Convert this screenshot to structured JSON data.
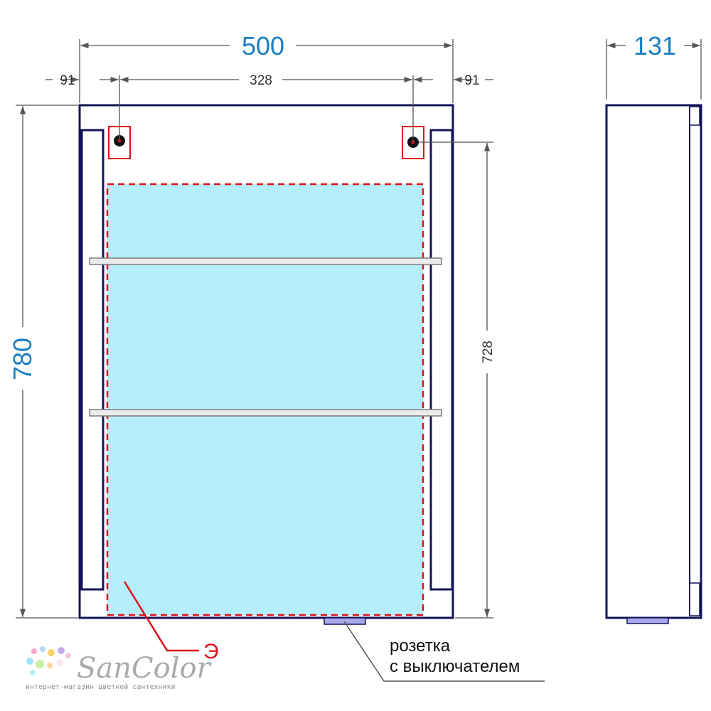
{
  "dimensions": {
    "total_width": "500",
    "left_offset": "91",
    "mount_spacing": "328",
    "right_offset": "91",
    "depth": "131",
    "total_height": "780",
    "mount_height": "728"
  },
  "labels": {
    "mirror_marker": "Э",
    "socket_line1": "розетка",
    "socket_line2": "с выключателем"
  },
  "brand": {
    "name": "SanColor",
    "tagline": "интернет-магазин цветной сантехники"
  },
  "colors": {
    "outline": "#14145a",
    "mirror_fill": "#b6effb",
    "dashed_red": "#e0101a",
    "dimension_blue": "#1a7fc1",
    "socket_fill": "#a9a9ee"
  }
}
